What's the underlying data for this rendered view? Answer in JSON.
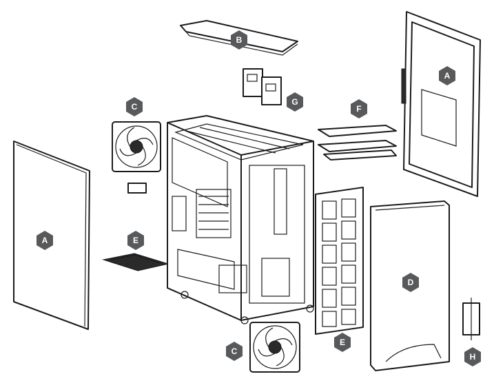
{
  "diagram": {
    "callouts": {
      "side_panel_right": "A",
      "side_panel_left": "A",
      "top_cover": "B",
      "fan_top": "C",
      "fan_bottom": "C",
      "front_panel": "D",
      "filter_bottom": "E",
      "filter_front": "E",
      "ssd_trays": "F",
      "drive_brackets": "G",
      "hinge": "H"
    },
    "colors": {
      "badge": "#58595b",
      "line": "#1a1a1a"
    }
  }
}
